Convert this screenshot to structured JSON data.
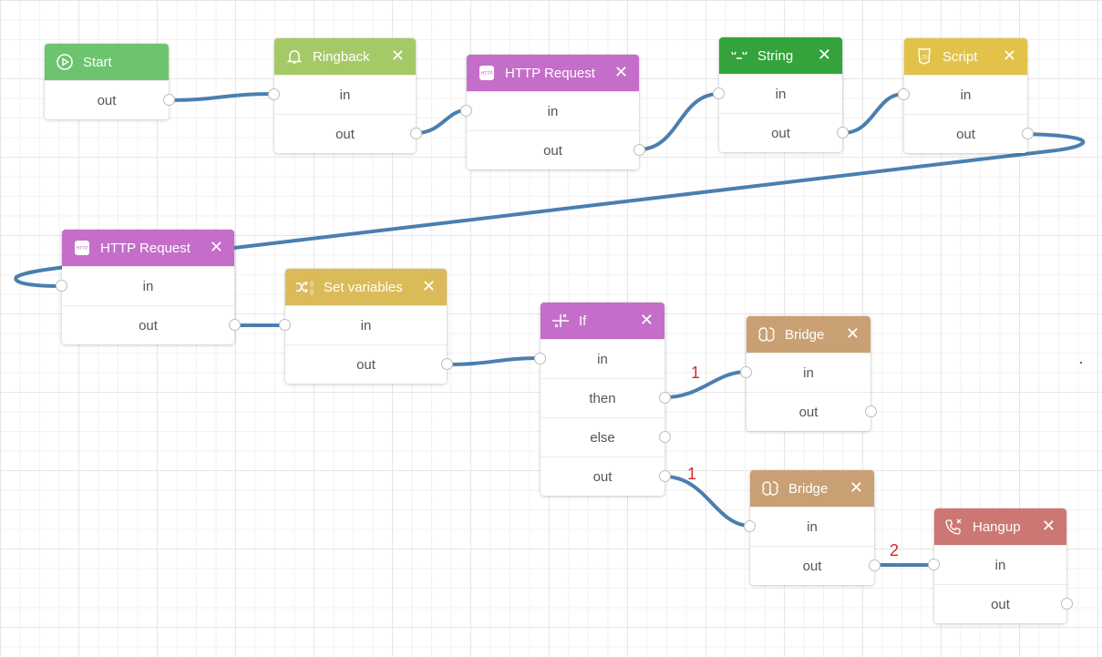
{
  "nodes": {
    "start": {
      "title": "Start",
      "ports": [
        "out"
      ],
      "color": "#6cc46e",
      "icon": "play-circle-icon"
    },
    "ringback": {
      "title": "Ringback",
      "ports": [
        "in",
        "out"
      ],
      "color": "#a6c968",
      "icon": "bell-icon"
    },
    "http1": {
      "title": "HTTP Request",
      "ports": [
        "in",
        "out"
      ],
      "color": "#c46ec9",
      "icon": "http-icon"
    },
    "string": {
      "title": "String",
      "ports": [
        "in",
        "out"
      ],
      "color": "#34a33b",
      "icon": "string-icon"
    },
    "script": {
      "title": "Script",
      "ports": [
        "in",
        "out"
      ],
      "color": "#e2c249",
      "icon": "js-file-icon"
    },
    "http2": {
      "title": "HTTP Request",
      "ports": [
        "in",
        "out"
      ],
      "color": "#c46ec9",
      "icon": "http-icon"
    },
    "setvars": {
      "title": "Set variables",
      "ports": [
        "in",
        "out"
      ],
      "color": "#dbbb58",
      "icon": "variables-icon"
    },
    "if": {
      "title": "If",
      "ports": [
        "in",
        "then",
        "else",
        "out"
      ],
      "color": "#c46ec9",
      "icon": "if-branch-icon"
    },
    "bridge1": {
      "title": "Bridge",
      "ports": [
        "in",
        "out"
      ],
      "color": "#c9a074",
      "icon": "bridge-icon"
    },
    "bridge2": {
      "title": "Bridge",
      "ports": [
        "in",
        "out"
      ],
      "color": "#c9a074",
      "icon": "bridge-icon"
    },
    "hangup": {
      "title": "Hangup",
      "ports": [
        "in",
        "out"
      ],
      "color": "#cc7773",
      "icon": "phone-hangup-icon"
    }
  },
  "edge_labels": {
    "then_bridge": "1",
    "out_bridge": "1",
    "bridge_hangup": "2"
  },
  "close_symbol": "✕",
  "wire_color": "#4a7fb0"
}
